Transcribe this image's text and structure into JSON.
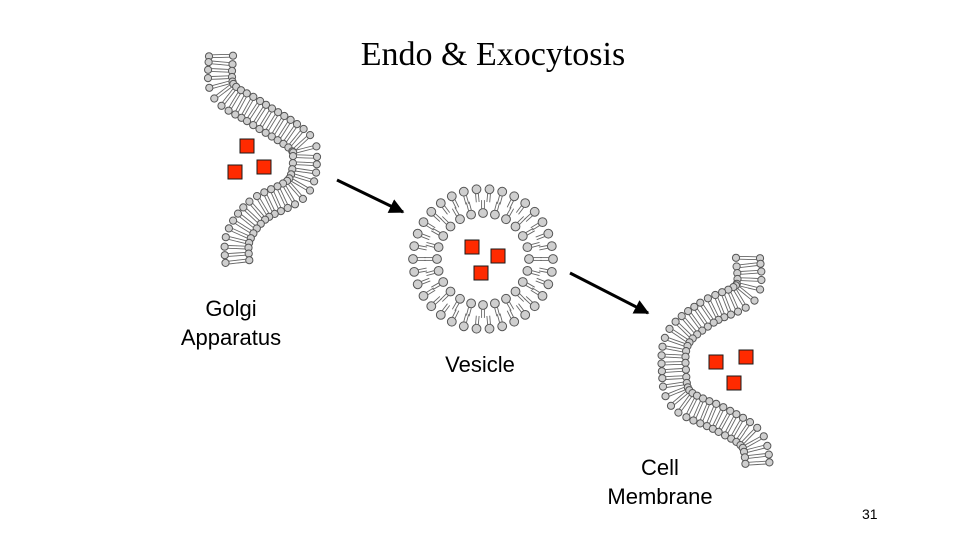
{
  "title": "Endo & Exocytosis",
  "labels": {
    "golgi_line1": "Golgi",
    "golgi_line2": "Apparatus",
    "vesicle": "Vesicle",
    "membrane_line1": "Cell",
    "membrane_line2": "Membrane"
  },
  "page_number": "31",
  "colors": {
    "cargo": "#ff2a00",
    "head": "#cfcfcf"
  }
}
